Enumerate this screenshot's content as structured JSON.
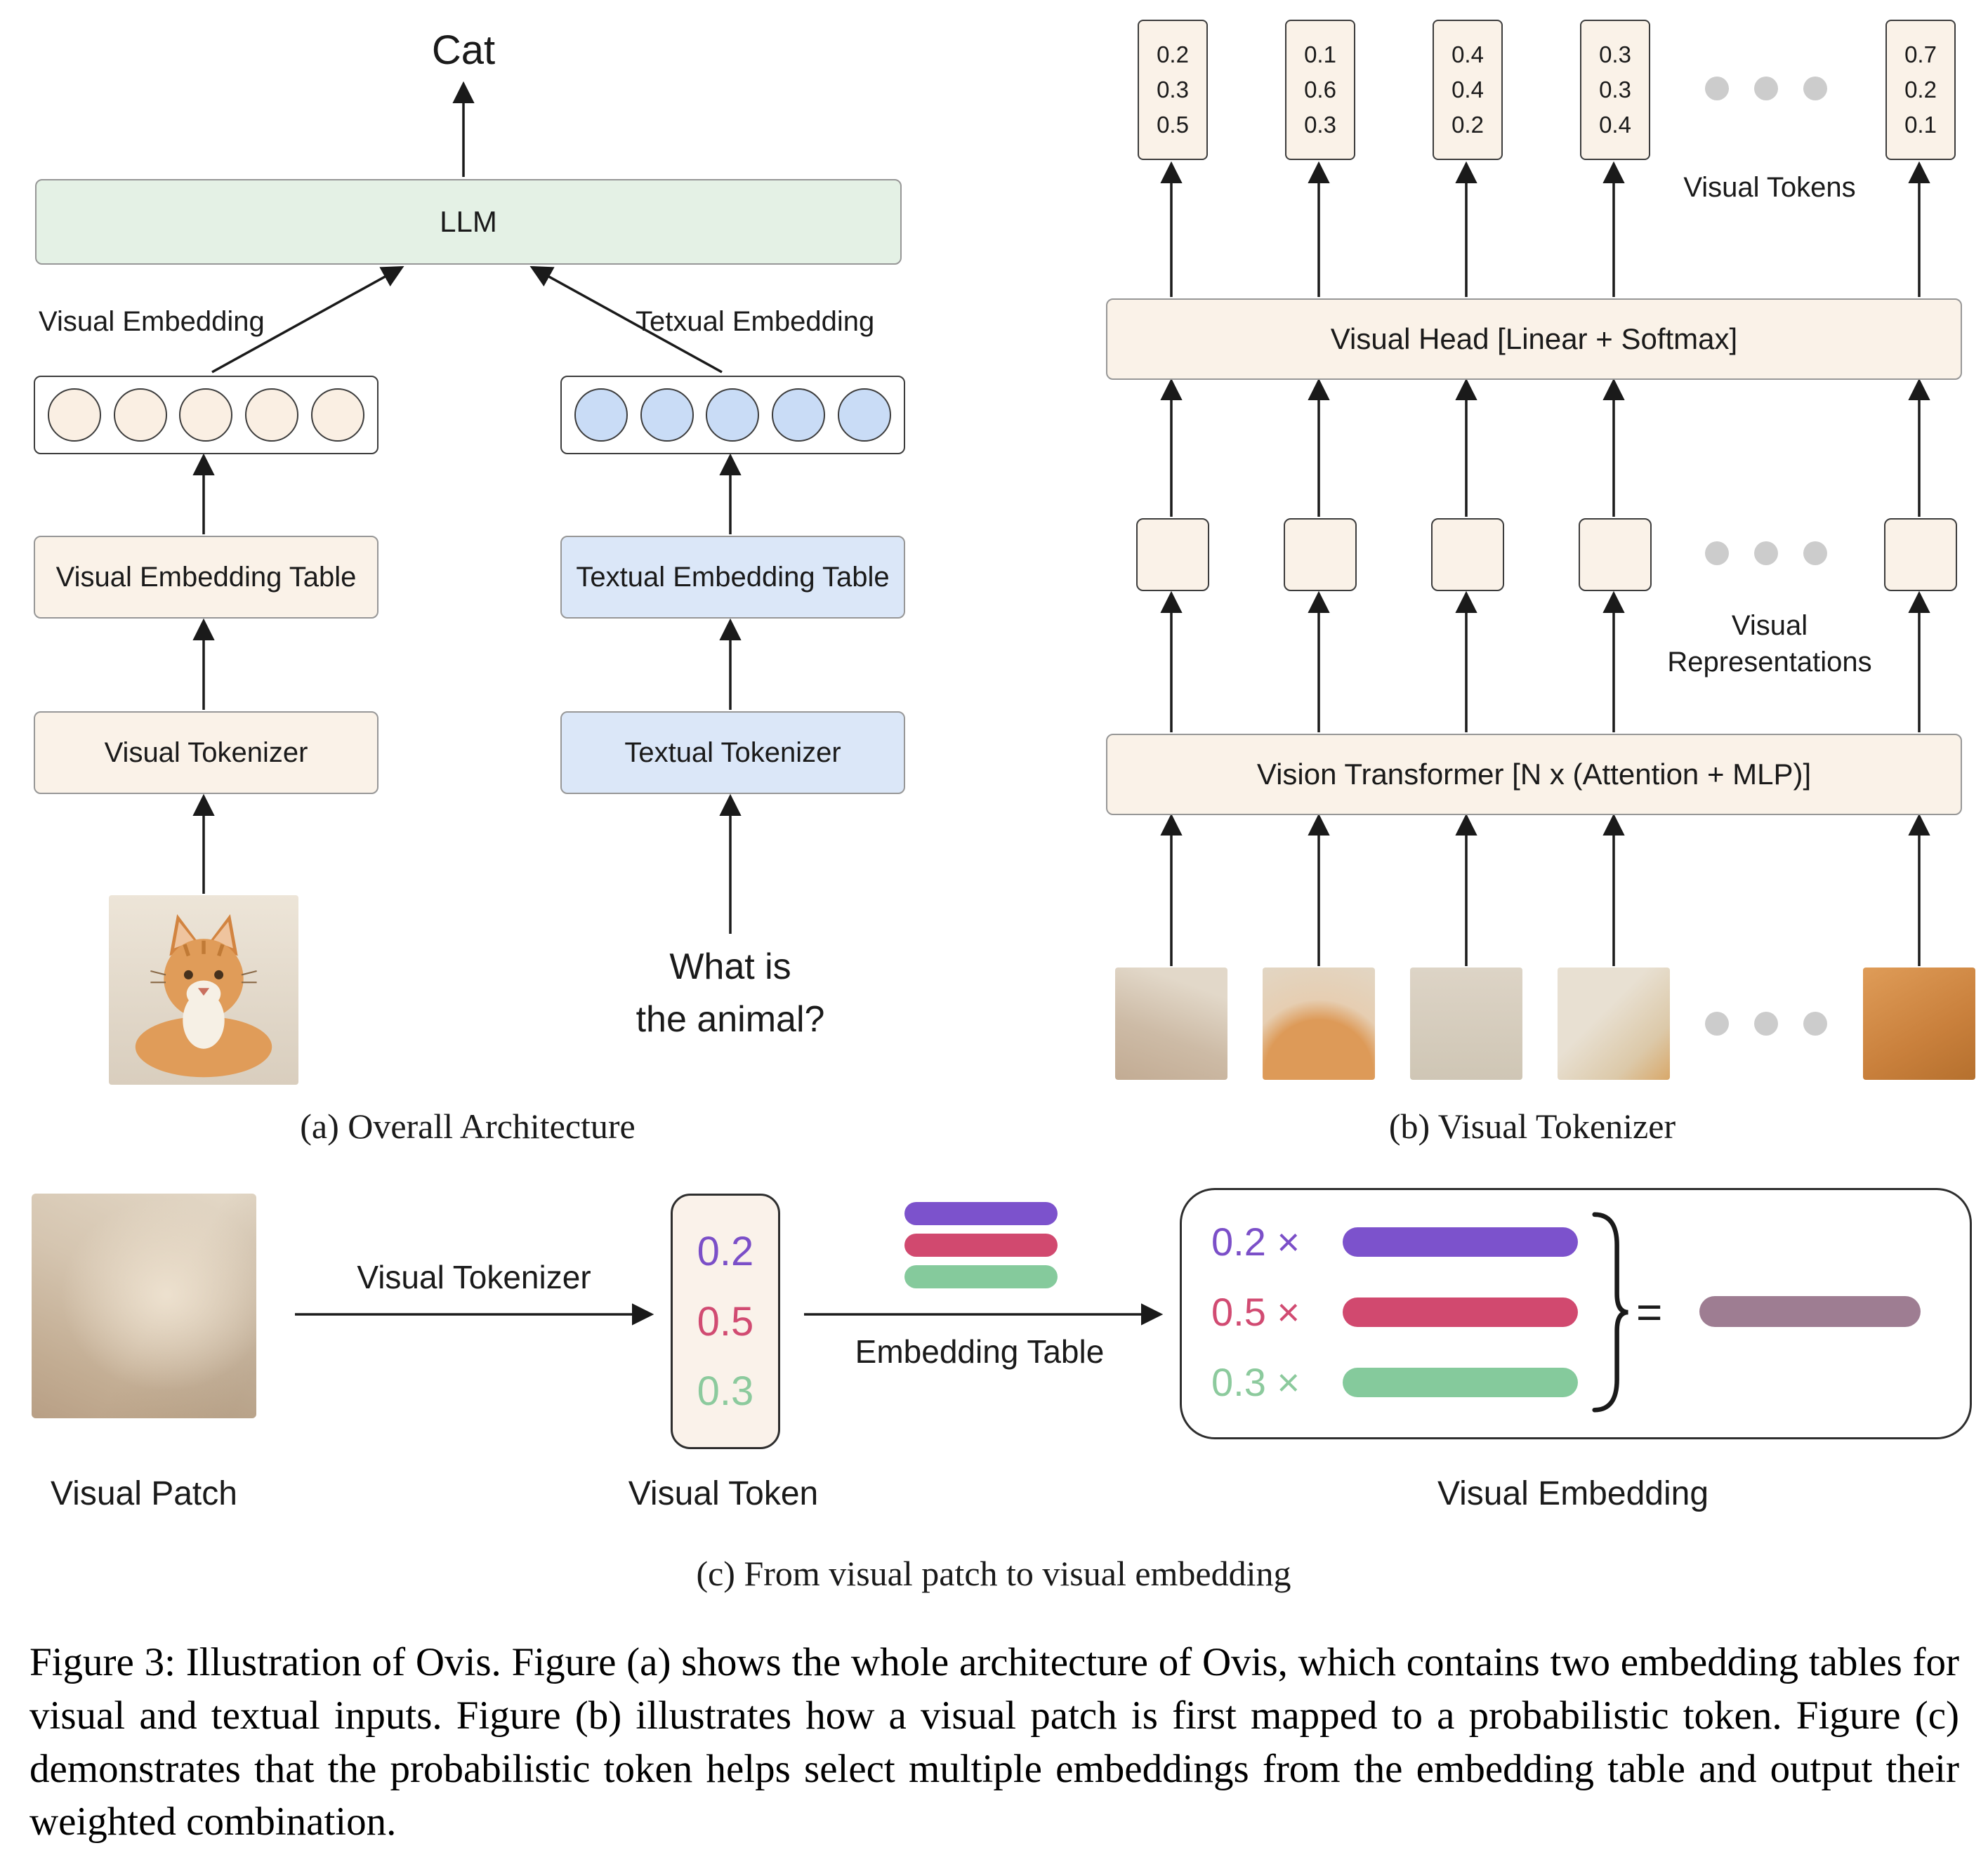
{
  "colors": {
    "llm_box": "#E4F1E5",
    "cream_box": "#FAF2E8",
    "blue_box": "#DBE7F8",
    "circle_cream": "#FAEFE3",
    "circle_blue": "#C9DCF6",
    "purple": "#7C52CC",
    "red": "#D1496F",
    "green": "#85CA9C",
    "blend_bar": "#9E7D92",
    "ellipsis_dots": "#CCCCCC"
  },
  "panel_a": {
    "output_label": "Cat",
    "llm": "LLM",
    "visual_embedding_label": "Visual Embedding",
    "textual_embedding_label": "Tetxual Embedding",
    "visual_embedding_table": "Visual Embedding Table",
    "textual_embedding_table": "Textual Embedding Table",
    "visual_tokenizer": "Visual Tokenizer",
    "textual_tokenizer": "Textual Tokenizer",
    "question_line1": "What is",
    "question_line2": "the animal?",
    "caption": "(a) Overall Architecture"
  },
  "panel_b": {
    "tokens": [
      {
        "values": [
          "0.2",
          "0.3",
          "0.5"
        ]
      },
      {
        "values": [
          "0.1",
          "0.6",
          "0.3"
        ]
      },
      {
        "values": [
          "0.4",
          "0.4",
          "0.2"
        ]
      },
      {
        "values": [
          "0.3",
          "0.3",
          "0.4"
        ]
      },
      {
        "values": [
          "0.7",
          "0.2",
          "0.1"
        ]
      }
    ],
    "visual_tokens_label": "Visual Tokens",
    "visual_head": "Visual Head [Linear + Softmax]",
    "visual_representations_line1": "Visual",
    "visual_representations_line2": "Representations",
    "vision_transformer": "Vision Transformer [N x (Attention + MLP)]",
    "caption": "(b) Visual Tokenizer"
  },
  "panel_c": {
    "tokenizer_arrow_label": "Visual Tokenizer",
    "embedding_table_label": "Embedding Table",
    "token_values": [
      "0.2",
      "0.5",
      "0.3"
    ],
    "weight_labels": [
      "0.2 ×",
      "0.5 ×",
      "0.3 ×"
    ],
    "equals": "=",
    "visual_patch_label": "Visual Patch",
    "visual_token_label": "Visual Token",
    "visual_embedding_label": "Visual Embedding",
    "caption": "(c) From visual patch to visual embedding"
  },
  "figure_caption": "Figure 3: Illustration of Ovis. Figure (a) shows the whole architecture of Ovis, which contains two embedding tables for visual and textual inputs. Figure (b) illustrates how a visual patch is first mapped to a probabilistic token. Figure (c) demonstrates that the probabilistic token helps select multiple embeddings from the embedding table and output their weighted combination."
}
